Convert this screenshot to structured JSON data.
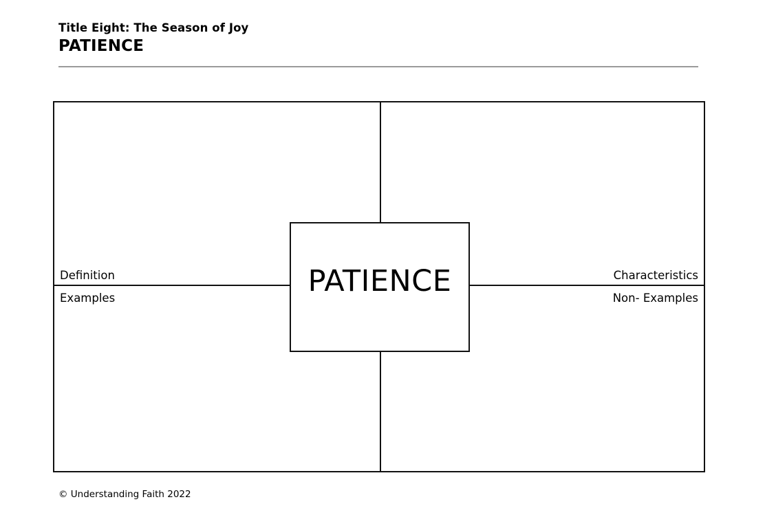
{
  "header": {
    "title": "Title Eight: The Season of Joy",
    "subtitle": "PATIENCE",
    "rule_color": "#9a9a9a"
  },
  "diagram": {
    "type": "frayer-model",
    "centre_term": "PATIENCE",
    "border_color": "#111111",
    "background_color": "#ffffff",
    "quadrants": [
      {
        "position": "top-left",
        "label": "Definition",
        "content": ""
      },
      {
        "position": "top-right",
        "label": "Characteristics",
        "content": ""
      },
      {
        "position": "bottom-left",
        "label": "Examples",
        "content": ""
      },
      {
        "position": "bottom-right",
        "label": "Non- Examples",
        "content": ""
      }
    ]
  },
  "footer": {
    "copyright": "© Understanding Faith 2022"
  }
}
